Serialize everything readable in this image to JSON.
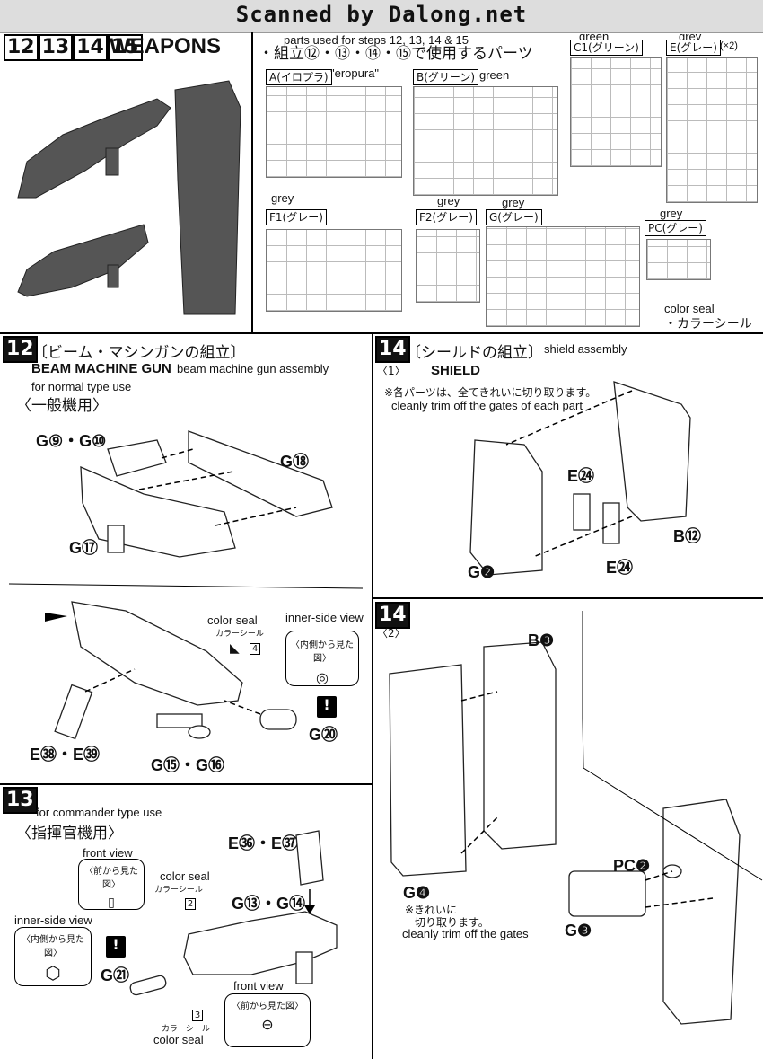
{
  "banner": {
    "text": "Scanned by Dalong.net"
  },
  "top": {
    "steps": [
      "12",
      "13",
      "14",
      "15"
    ],
    "title": "WEAPONS",
    "parts_caption_en": "parts used for steps 12, 13, 14 & 15",
    "parts_caption_jp": "・組立⑫・⑬・⑭・⑮で使用するパーツ",
    "runners": [
      {
        "id": "A",
        "label": "A(イロプラ)",
        "en": "\"eropura\""
      },
      {
        "id": "B",
        "label": "B(グリーン)",
        "en": "green"
      },
      {
        "id": "C1",
        "label": "C1(グリーン)",
        "en": "green"
      },
      {
        "id": "E",
        "label": "E(グレー)",
        "en": "grey",
        "extra": "(×2)"
      },
      {
        "id": "F1",
        "label": "F1(グレー)",
        "en": "grey"
      },
      {
        "id": "F2",
        "label": "F2(グレー)",
        "en": "grey"
      },
      {
        "id": "G",
        "label": "G(グレー)",
        "en": "grey"
      },
      {
        "id": "PC",
        "label": "PC(グレー)",
        "en": "grey"
      }
    ],
    "color_seal_en": "color seal",
    "color_seal_jp": "・カラーシール"
  },
  "step12": {
    "num": "12",
    "jp_title": "〔ビーム・マシンガンの組立〕",
    "title": "BEAM MACHINE GUN",
    "title_en": "beam machine gun assembly",
    "sub_en": "for normal type use",
    "sub_jp": "〈一般機用〉",
    "parts": [
      "G⑨・G⑩",
      "G⑱",
      "G⑰",
      "E㊳・E㊴",
      "G⑮・G⑯",
      "G⑳"
    ],
    "seal_en": "color seal",
    "seal_jp": "カラーシール",
    "seal_no": "4",
    "inner_en": "inner-side view",
    "inner_jp": "〈内側から見た図〉"
  },
  "step13": {
    "num": "13",
    "sub_en": "for commander type use",
    "sub_jp": "〈指揮官機用〉",
    "front_en": "front view",
    "front_jp": "〈前から見た図〉",
    "seal_en": "color seal",
    "seal_jp": "カラーシール",
    "seal_no_a": "2",
    "seal_no_b": "3",
    "inner_en": "inner-side view",
    "inner_jp": "〈内側から見た図〉",
    "parts": [
      "E㊱・E㊲",
      "G⑬・G⑭",
      "G㉑"
    ],
    "front2_en": "front view",
    "front2_jp": "〈前から見た図〉"
  },
  "step14a": {
    "num": "14",
    "jp_title": "〔シールドの組立〕",
    "title_en": "shield assembly",
    "sub_num": "〈1〉",
    "title": "SHIELD",
    "note_jp": "※各パーツは、全てきれいに切り取ります。",
    "note_en": "cleanly trim off the gates of each part",
    "parts": [
      "E㉔",
      "B⑫",
      "G❷",
      "E㉔"
    ]
  },
  "step14b": {
    "num": "14",
    "sub_num": "〈2〉",
    "parts": [
      "B❸",
      "G❹",
      "PC❷",
      "G❸"
    ],
    "note_jp1": "※きれいに",
    "note_jp2": "切り取ります。",
    "note_en": "cleanly trim off the gates"
  }
}
